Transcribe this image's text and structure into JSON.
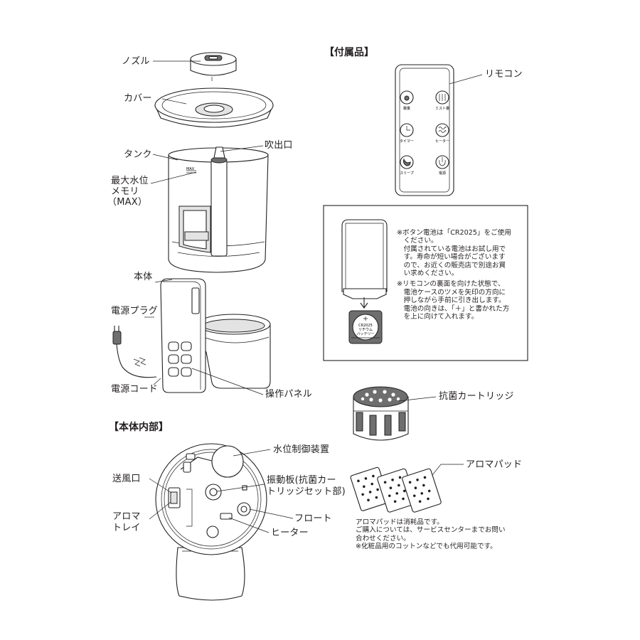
{
  "headings": {
    "accessories": "【付属品】",
    "interior": "【本体内部】"
  },
  "labels": {
    "nozzle": "ノズル",
    "cover": "カバー",
    "tank": "タンク",
    "outlet": "吹出口",
    "max_level_1": "最大水位",
    "max_level_2": "メモリ",
    "max_level_3": "（MAX）",
    "body": "本体",
    "plug": "電源プラグ",
    "cord": "電源コード",
    "panel": "操作パネル",
    "remote": "リモコン",
    "cartridge": "抗菌カートリッジ",
    "aroma_pad": "アロマパッド",
    "water_control": "水位制御装置",
    "air_outlet": "送風口",
    "vibration_1": "振動板(抗菌カー",
    "vibration_2": "トリッジセット部)",
    "aroma_tray_1": "アロマ",
    "aroma_tray_2": "トレイ",
    "float": "フロート",
    "heater": "ヒーター"
  },
  "remote_buttons": [
    "霧量",
    "ミスト量",
    "タイマー",
    "ヒーター",
    "スリープ",
    "電源"
  ],
  "battery_marking": [
    "CR2025",
    "リチウム",
    "バッテリー"
  ],
  "tank_marking": "MAX",
  "battery_note": [
    "※ボタン電池は「CR2025」をご使用",
    "　ください。",
    "　付属されている電池はお試し用で",
    "　す。寿命が短い場合がございます",
    "　ので、お近くの販売店で別途お買",
    "　い求めください。",
    "※リモコンの裏面を向けた状態で、",
    "　電池ケースのツメを矢印の方向に",
    "　押しながら手前に引き出します。",
    "　電池の向きは、「＋」と書かれた方",
    "　を上に向けて入れます。"
  ],
  "aroma_note": [
    "アロマパッドは消耗品です。",
    "ご購入については、サービスセンターまでお問い",
    "合わせください。",
    "※化粧品用のコットンなどでも代用可能です。"
  ]
}
